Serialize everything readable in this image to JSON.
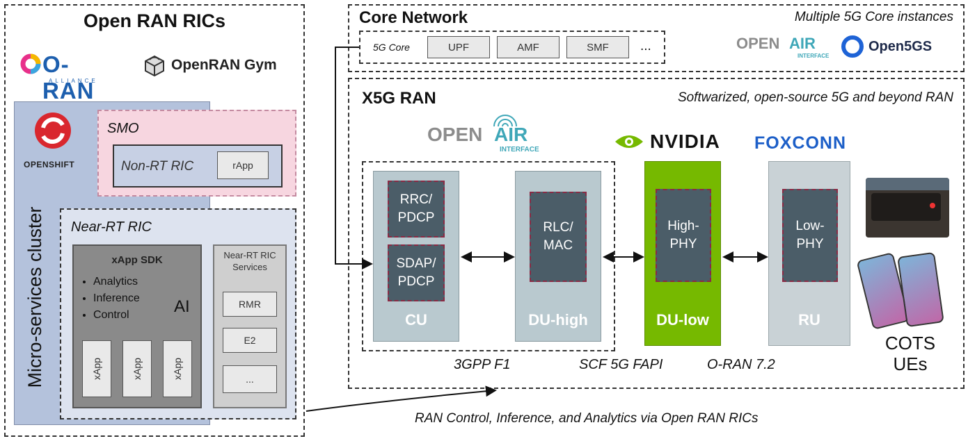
{
  "ric": {
    "title": "Open RAN RICs",
    "oran_logo": "O-RAN",
    "oran_alliance": "ALLIANCE",
    "gym_logo": "OpenRAN Gym",
    "openshift": "OPENSHIFT",
    "cluster_label": "Micro-services cluster",
    "smo": "SMO",
    "non_rt": "Non-RT RIC",
    "rapp": "rApp",
    "near_rt": "Near-RT RIC",
    "xapp_sdk": "xApp SDK",
    "bullets": [
      "Analytics",
      "Inference",
      "Control"
    ],
    "ai": "AI",
    "xapp": "xApp",
    "services_title": "Near-RT RIC Services",
    "services": [
      "RMR",
      "E2",
      "..."
    ]
  },
  "core": {
    "title": "Core Network",
    "subtitle": "Multiple 5G Core instances",
    "label": "5G Core",
    "functions": [
      "UPF",
      "AMF",
      "SMF"
    ],
    "more": "...",
    "oai_open": "OPEN",
    "oai_air": "AIR",
    "oai_interface": "INTERFACE",
    "open5gs": "Open5GS"
  },
  "ran": {
    "title": "X5G RAN",
    "subtitle": "Softwarized, open-source 5G and beyond RAN",
    "oai_open": "OPEN",
    "oai_air": "AIR",
    "oai_interface": "INTERFACE",
    "nvidia": "NVIDIA",
    "foxconn": "FOXCONN",
    "cu": "CU",
    "rrc": "RRC/ PDCP",
    "sdap": "SDAP/ PDCP",
    "du_high": "DU-high",
    "rlc": "RLC/ MAC",
    "du_low": "DU-low",
    "high_phy": "High- PHY",
    "ru": "RU",
    "low_phy": "Low- PHY",
    "cots": "COTS UEs",
    "if_f1": "3GPP F1",
    "if_fapi": "SCF 5G FAPI",
    "if_oran": "O-RAN 7.2"
  },
  "caption": "RAN Control, Inference, and Analytics via Open RAN RICs",
  "colors": {
    "cluster_bg": "#b4c2dc",
    "smo_bg": "#f7d6e0",
    "nonrt_bg": "#c7d0e4",
    "nearrt_bg": "#dde3ef",
    "sdk_bg": "#8a8a8a",
    "ran_block": "#b9c9cf",
    "dark_box": "#4b5d68",
    "du_low": "#76b900",
    "ru_block": "#c9d2d6"
  }
}
